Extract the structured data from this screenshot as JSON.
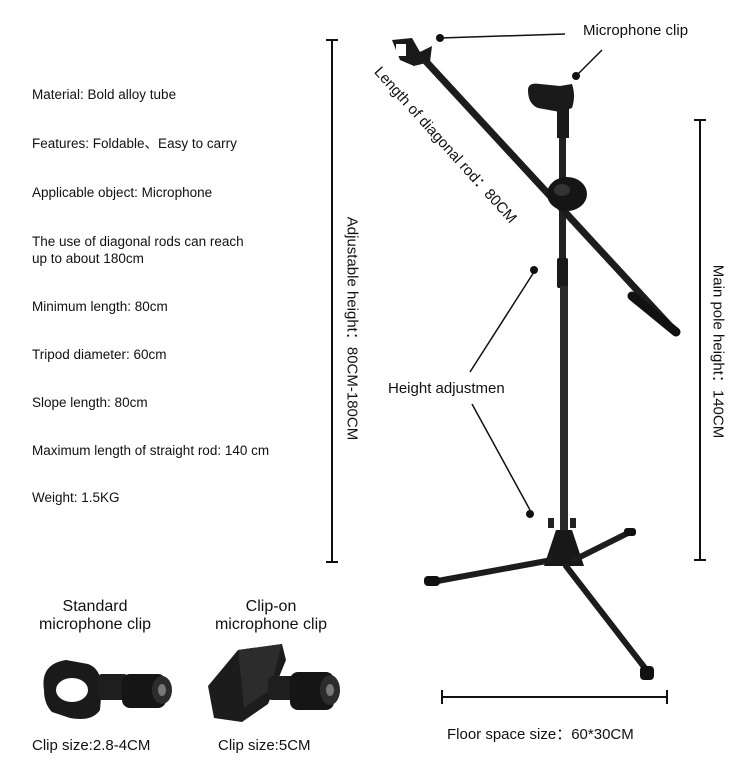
{
  "specs": [
    "Material: Bold alloy tube",
    "Features: Foldable、Easy to carry",
    "Applicable object: Microphone",
    "The use of diagonal rods can reach\n up to about 180cm",
    "Minimum length: 80cm",
    "Tripod diameter: 60cm",
    "Slope length: 80cm",
    "Maximum length of straight rod: 140 cm",
    "Weight: 1.5KG"
  ],
  "dimensions": {
    "adjustable_height": "Adjustable height：80CM-180CM",
    "diagonal_rod": "Length of diagonal rod：80CM",
    "main_pole": "Main pole height：140CM",
    "floor_space": "Floor space size：60*30CM"
  },
  "callouts": {
    "microphone_clip": "Microphone clip",
    "height_adjustment": "Height adjustmen"
  },
  "clips": {
    "standard_title": "Standard\nmicrophone clip",
    "standard_size": "Clip size:2.8-4CM",
    "clipon_title": "Clip-on\nmicrophone clip",
    "clipon_size": "Clip size:5CM"
  }
}
